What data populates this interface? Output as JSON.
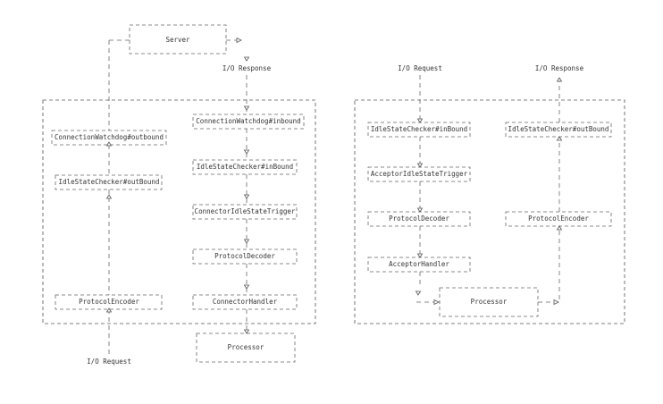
{
  "left": {
    "server": "Server",
    "io_response": "I/O Response",
    "io_request": "I/O Request",
    "outbound_chain": [
      "ConnectionWatchdog#outbound",
      "IdleStateChecker#outBound",
      "ProtocolEncoder"
    ],
    "inbound_chain": [
      "ConnectionWatchdog#inbound",
      "IdleStateChecker#inBound",
      "ConnectorIdleStateTrigger",
      "ProtocolDecoder",
      "ConnectorHandler"
    ],
    "processor": "Processor"
  },
  "right": {
    "io_request": "I/O Request",
    "io_response": "I/O Response",
    "inbound_chain": [
      "IdleStateChecker#inBound",
      "AcceptorIdleStateTrigger",
      "ProtocolDecoder",
      "AcceptorHandler"
    ],
    "outbound_chain": [
      "IdleStateChecker#outBound",
      "ProtocolEncoder"
    ],
    "processor": "Processor"
  }
}
